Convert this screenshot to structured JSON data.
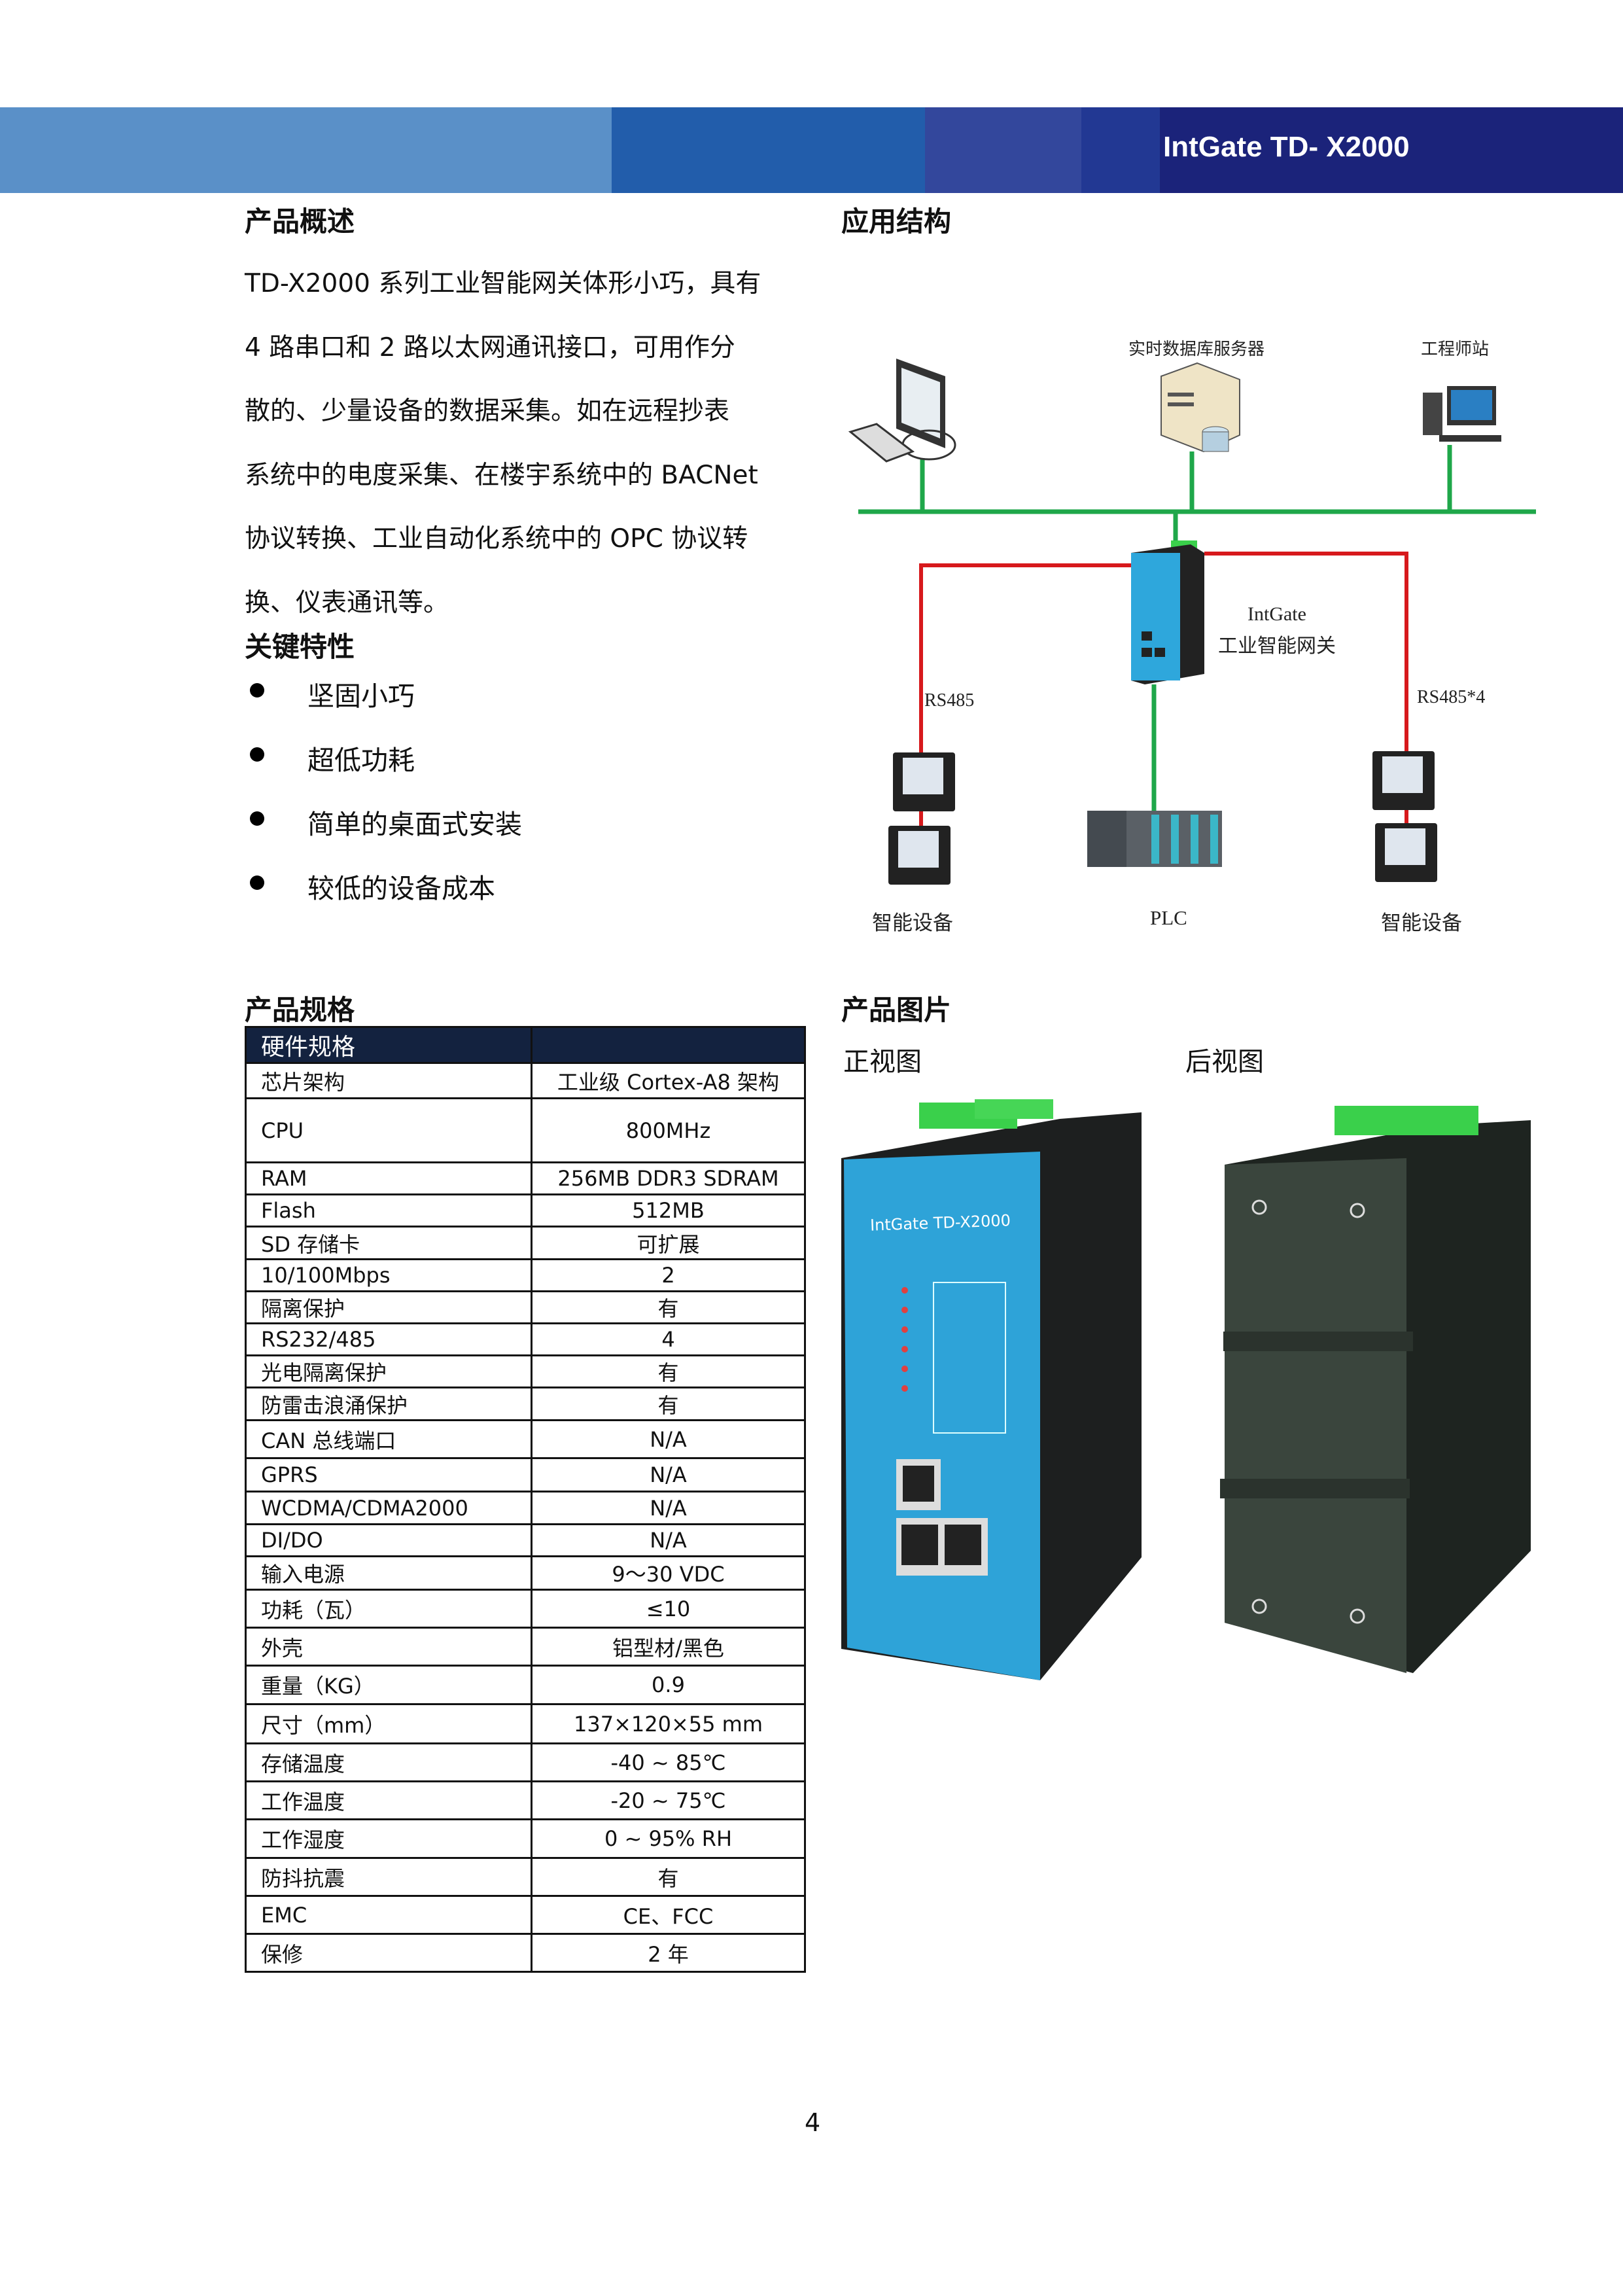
{
  "header": {
    "title": "IntGate TD- X2000",
    "band_colors": [
      "#5a90c8",
      "#225dab",
      "#33479c",
      "#223893",
      "#1b237a"
    ]
  },
  "overview": {
    "heading": "产品概述",
    "lines": [
      "TD-X2000 系列工业智能网关体形小巧，具有",
      "4 路串口和 2 路以太网通讯接口，可用作分",
      "散的、少量设备的数据采集。如在远程抄表",
      "系统中的电度采集、在楼宇系统中的 BACNet",
      "协议转换、工业自动化系统中的 OPC 协议转",
      "换、仪表通讯等。"
    ]
  },
  "features": {
    "heading": "关键特性",
    "items": [
      "坚固小巧",
      "超低功耗",
      "简单的桌面式安装",
      "较低的设备成本"
    ]
  },
  "architecture": {
    "heading": "应用结构",
    "labels": {
      "server": "实时数据库服务器",
      "workstation": "工程师站",
      "gateway_name": "IntGate",
      "gateway_desc": "工业智能网关",
      "rs485_left": "RS485",
      "rs485_right": "RS485*4",
      "device_left": "智能设备",
      "plc": "PLC",
      "device_right": "智能设备"
    },
    "colors": {
      "ethernet": "#1fa74a",
      "serial": "#d7191c"
    }
  },
  "specs": {
    "heading": "产品规格",
    "header": [
      "硬件规格",
      ""
    ],
    "rows": [
      [
        "芯片架构",
        "工业级 Cortex-A8 架构"
      ],
      [
        "CPU",
        "800MHz"
      ],
      [
        "RAM",
        "256MB DDR3 SDRAM"
      ],
      [
        "Flash",
        "512MB"
      ],
      [
        "SD 存储卡",
        "可扩展"
      ],
      [
        "10/100Mbps",
        "2"
      ],
      [
        "隔离保护",
        "有"
      ],
      [
        "RS232/485",
        "4"
      ],
      [
        "光电隔离保护",
        "有"
      ],
      [
        "防雷击浪涌保护",
        "有"
      ],
      [
        "CAN 总线端口",
        "N/A"
      ],
      [
        "GPRS",
        "N/A"
      ],
      [
        "WCDMA/CDMA2000",
        "N/A"
      ],
      [
        "DI/DO",
        "N/A"
      ],
      [
        "输入电源",
        "9～30 VDC"
      ],
      [
        "功耗（瓦）",
        "≤10"
      ],
      [
        "外壳",
        "铝型材/黑色"
      ],
      [
        "重量（KG）",
        "0.9"
      ],
      [
        "尺寸（mm）",
        "137×120×55 mm"
      ],
      [
        "存储温度",
        "-40 ~ 85℃"
      ],
      [
        "工作温度",
        "-20 ~ 75℃"
      ],
      [
        "工作湿度",
        "0 ~ 95% RH"
      ],
      [
        "防抖抗震",
        "有"
      ],
      [
        "EMC",
        "CE、FCC"
      ],
      [
        "保修",
        "2 年"
      ]
    ]
  },
  "pictures": {
    "heading": "产品图片",
    "front_label": "正视图",
    "back_label": "后视图",
    "device_brand": "IntGate TD-X2000"
  },
  "page_number": "4"
}
